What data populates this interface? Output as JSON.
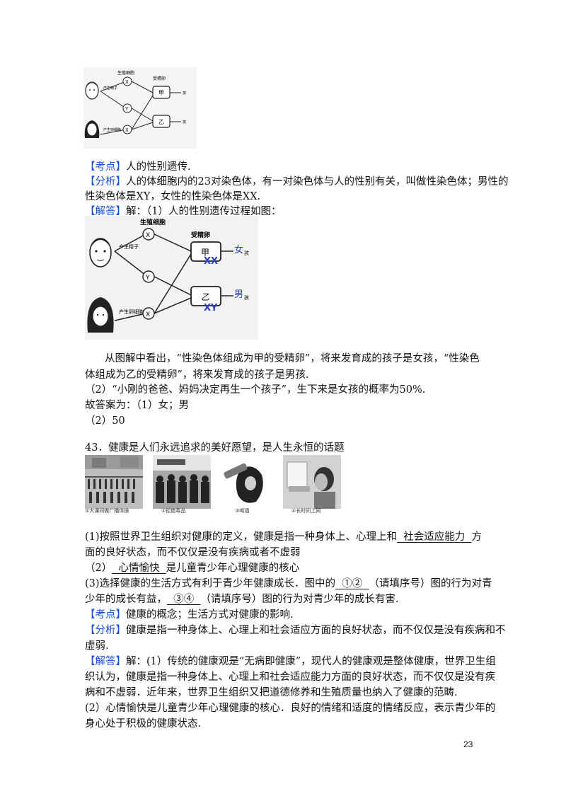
{
  "small_diagram": {
    "top_label": "生殖细胞",
    "right_label": "受精卵",
    "male_label": "产生精子",
    "female_label": "产生卵细胞",
    "x_symbol": "X",
    "y_symbol": "Y",
    "egg_a": "甲",
    "egg_b": "乙",
    "out_a": "孩",
    "out_b": "孩"
  },
  "q42": {
    "kaodian_tag": "【考点】",
    "kaodian_text": "人的性别遗传.",
    "fenxi_tag": "【分析】",
    "fenxi_line1": "人的体细胞内的23对染色体，有一对染色体与人的性别有关，叫做性染色体；男性的",
    "fenxi_line2": "性染色体是XY，女性的性染色体是XX.",
    "jieda_tag": "【解答】",
    "jieda_line1": "解：（1）人的性别遗传过程如图：",
    "para1_line1": "从图解中看出，“性染色体组成为甲的受精卵”，将来发育成的孩子是女孩，“性染色",
    "para1_line2": "体组成为乙的受精卵”，将来发育成的孩子是男孩.",
    "para2": "（2）“小刚的爸爸、妈妈决定再生一个孩子”，生下来是女孩的概率为50%.",
    "answer_line1": "故答案为：（1）女；男",
    "answer_line2": "（2）50"
  },
  "big_diagram": {
    "top_label": "生殖细胞",
    "right_label": "受精卵",
    "male_label": "产生精子",
    "female_label": "产生卵细胞",
    "x_symbol": "X",
    "y_symbol": "Y",
    "egg_a": "甲",
    "egg_b": "乙",
    "egg_a_chrom": "XX",
    "egg_b_chrom": "XY",
    "out_a_hand": "女",
    "out_b_hand": "男",
    "out_a": "孩",
    "out_b": "孩"
  },
  "q43": {
    "title": "43．健康是人们永远追求的美好愿望，是人生永恒的话题",
    "captions": [
      "①大课间做广播体操",
      "②拒绝毒品",
      "③喝酒",
      "④长时间上网"
    ],
    "q1_pre": "(1)按照世界卫生组织对健康的定义，健康是指一种身体上、心理上和",
    "q1_answer": "  社会适应能力  ",
    "q1_post": "方",
    "q1_line2": "面的良好状态，而不仅仅是没有疾病或者不虚弱",
    "q2_pre": "（2）",
    "q2_answer": "  心情愉快  ",
    "q2_post": "是儿童青少年心理健康的核心",
    "q3_pre": "(3)选择健康的生活方式有利于青少年健康成长．图中的",
    "q3_answer1": "  ①②  ",
    "q3_mid": "（请填序号）图的行为对青",
    "q3_line2_pre": "少年的成长有益，",
    "q3_answer2": "  ③④  ",
    "q3_line2_post": "（请填序号）图的行为对青少年的成长有害.",
    "kaodian_tag": "【考点】",
    "kaodian_text": "健康的概念；生活方式对健康的影响.",
    "fenxi_tag": "【分析】",
    "fenxi_line1": "健康是指一种身体上、心理上和社会适应方面的良好状态，而不仅仅是没有疾病和不",
    "fenxi_line2": "虚弱.",
    "jieda_tag": "【解答】",
    "jieda_line1": "解：(1）传统的健康观是“无病即健康”，现代人的健康观是整体健康，世界卫生组",
    "jieda_line2": "织认为，健康是指一种身体上、心理上和社会适应能力方面的良好状态，而不仅仅是没有疾",
    "jieda_line3": "病和不虚弱．近年来，世界卫生组织又把道德修养和生殖质量也纳入了健康的范畴.",
    "jieda_line4": "(2）心情愉快是儿童青少年心理健康的核心．良好的情绪和适度的情绪反应，表示青少年的",
    "jieda_line5": "身心处于积极的健康状态."
  },
  "page_number": "23"
}
